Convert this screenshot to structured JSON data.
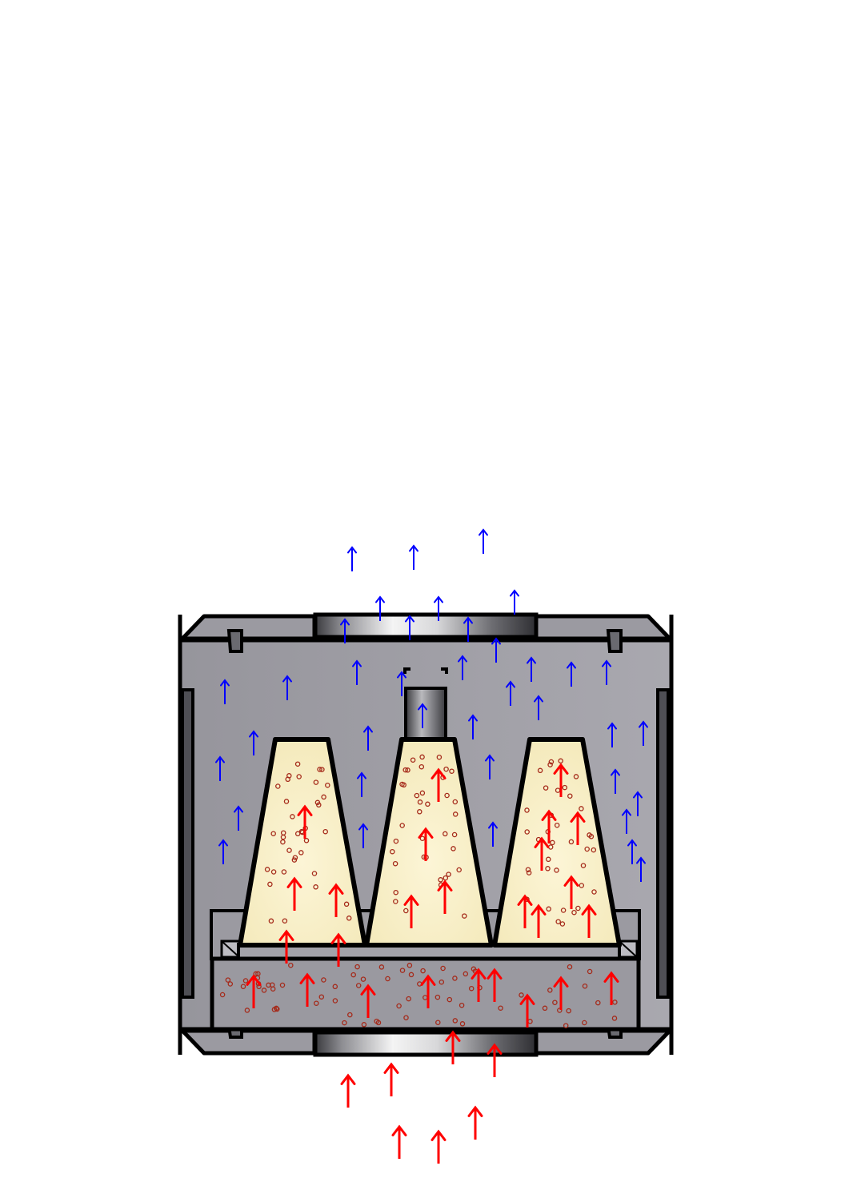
{
  "colors": {
    "background": "#ffffff",
    "housing": "#9b9aa1",
    "housing_light": "#a7a6ad",
    "outline": "#000000",
    "cone_fill": "#f8efc3",
    "cone_fill_light": "#fcf5d6",
    "particle": "#a52a1a",
    "clean_flow": "#0000ff",
    "dirty_flow": "#ff0000",
    "flange_dark": "#3a3a3e",
    "flange_light": "#f2f2f2"
  },
  "icons": {
    "clean_flow": "arrow-up-blue-icon",
    "dirty_flow": "arrow-up-red-icon",
    "particle": "particle-circle-icon"
  },
  "components": [
    "top-outlet-flange",
    "bottom-inlet-flange",
    "housing",
    "side-brackets",
    "center-outlet-pipe",
    "filter-cone-left",
    "filter-cone-center",
    "filter-cone-right",
    "inlet-plenum",
    "support-frame",
    "top-clips",
    "bottom-clips"
  ]
}
